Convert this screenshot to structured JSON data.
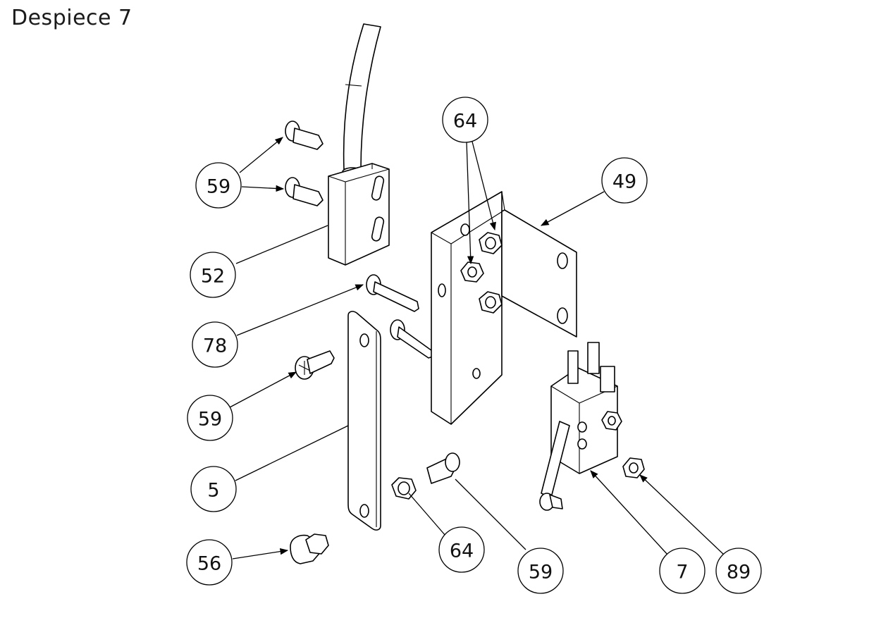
{
  "title": "Despiece 7",
  "balloons": [
    {
      "id": "b-59-top",
      "label": "59"
    },
    {
      "id": "b-52",
      "label": "52"
    },
    {
      "id": "b-78",
      "label": "78"
    },
    {
      "id": "b-59-mid",
      "label": "59"
    },
    {
      "id": "b-5",
      "label": "5"
    },
    {
      "id": "b-56",
      "label": "56"
    },
    {
      "id": "b-64-top",
      "label": "64"
    },
    {
      "id": "b-49",
      "label": "49"
    },
    {
      "id": "b-64-bot",
      "label": "64"
    },
    {
      "id": "b-59-bot",
      "label": "59"
    },
    {
      "id": "b-7",
      "label": "7"
    },
    {
      "id": "b-89",
      "label": "89"
    }
  ]
}
